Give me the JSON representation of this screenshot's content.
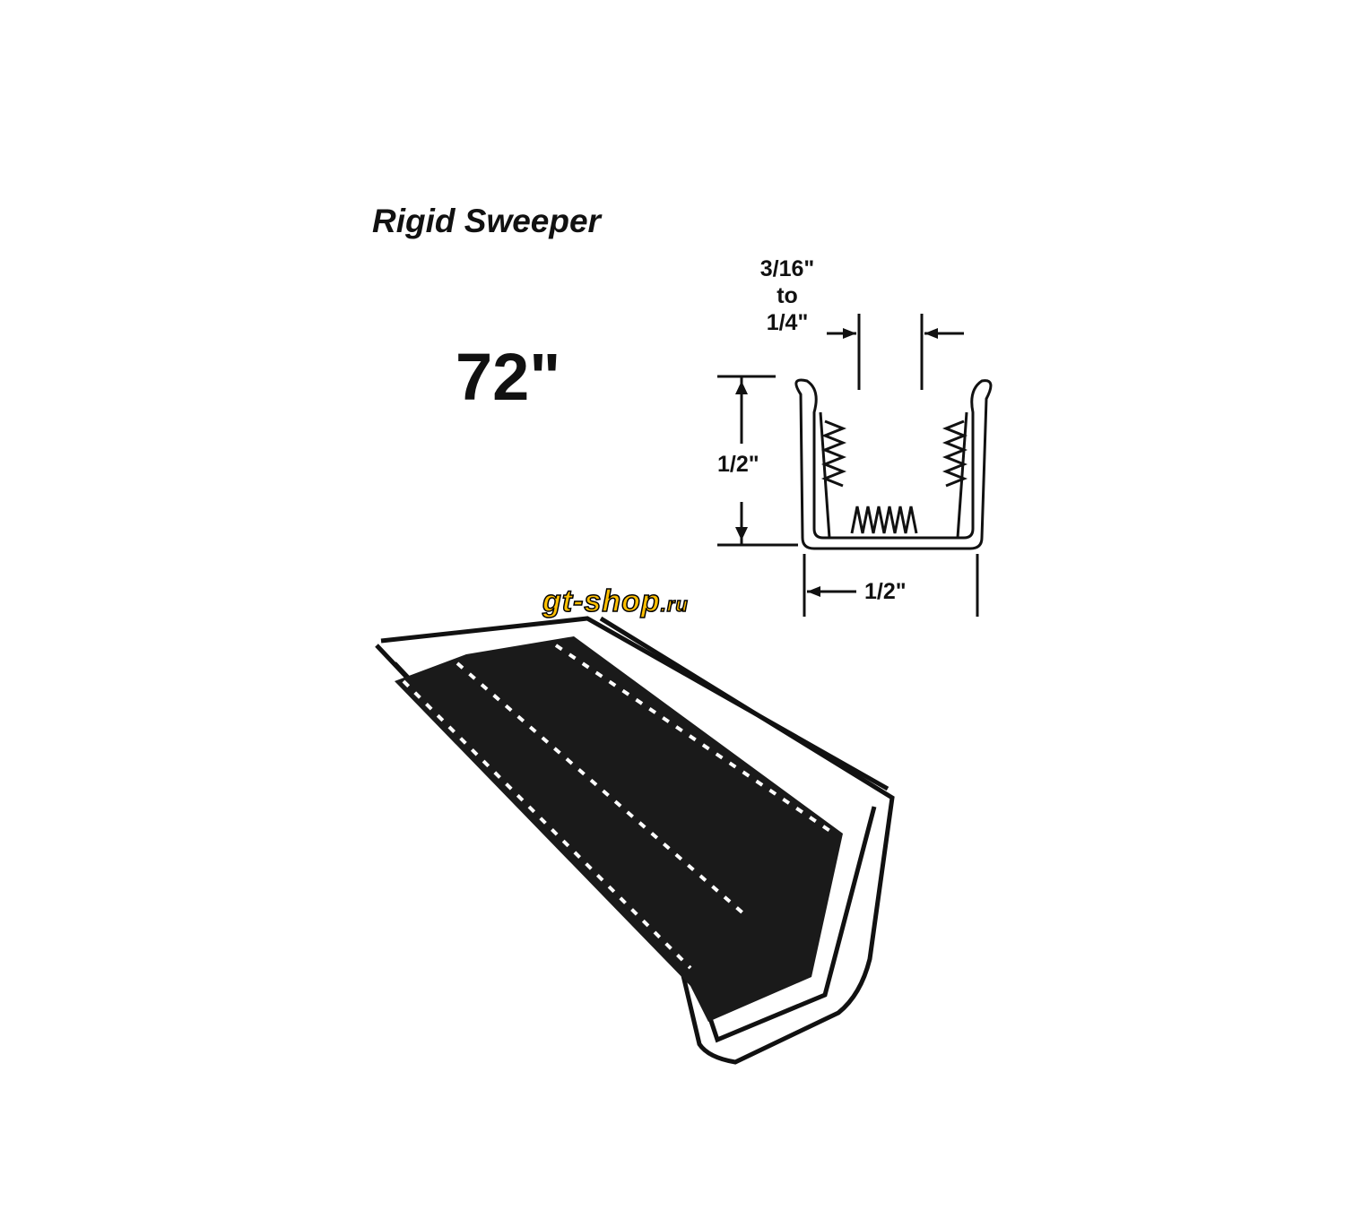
{
  "product": {
    "title": "Rigid Sweeper",
    "length": "72\""
  },
  "dimensions": {
    "gap_top": "3/16\"",
    "gap_to": "to",
    "gap_bottom": "1/4\"",
    "height": "1/2\"",
    "width": "1/2\""
  },
  "watermark": {
    "text": "gt-shop",
    "suffix": ".ru",
    "colors": {
      "fill": "#ffc000",
      "streak": "#f07000",
      "outline": "#000000"
    }
  }
}
